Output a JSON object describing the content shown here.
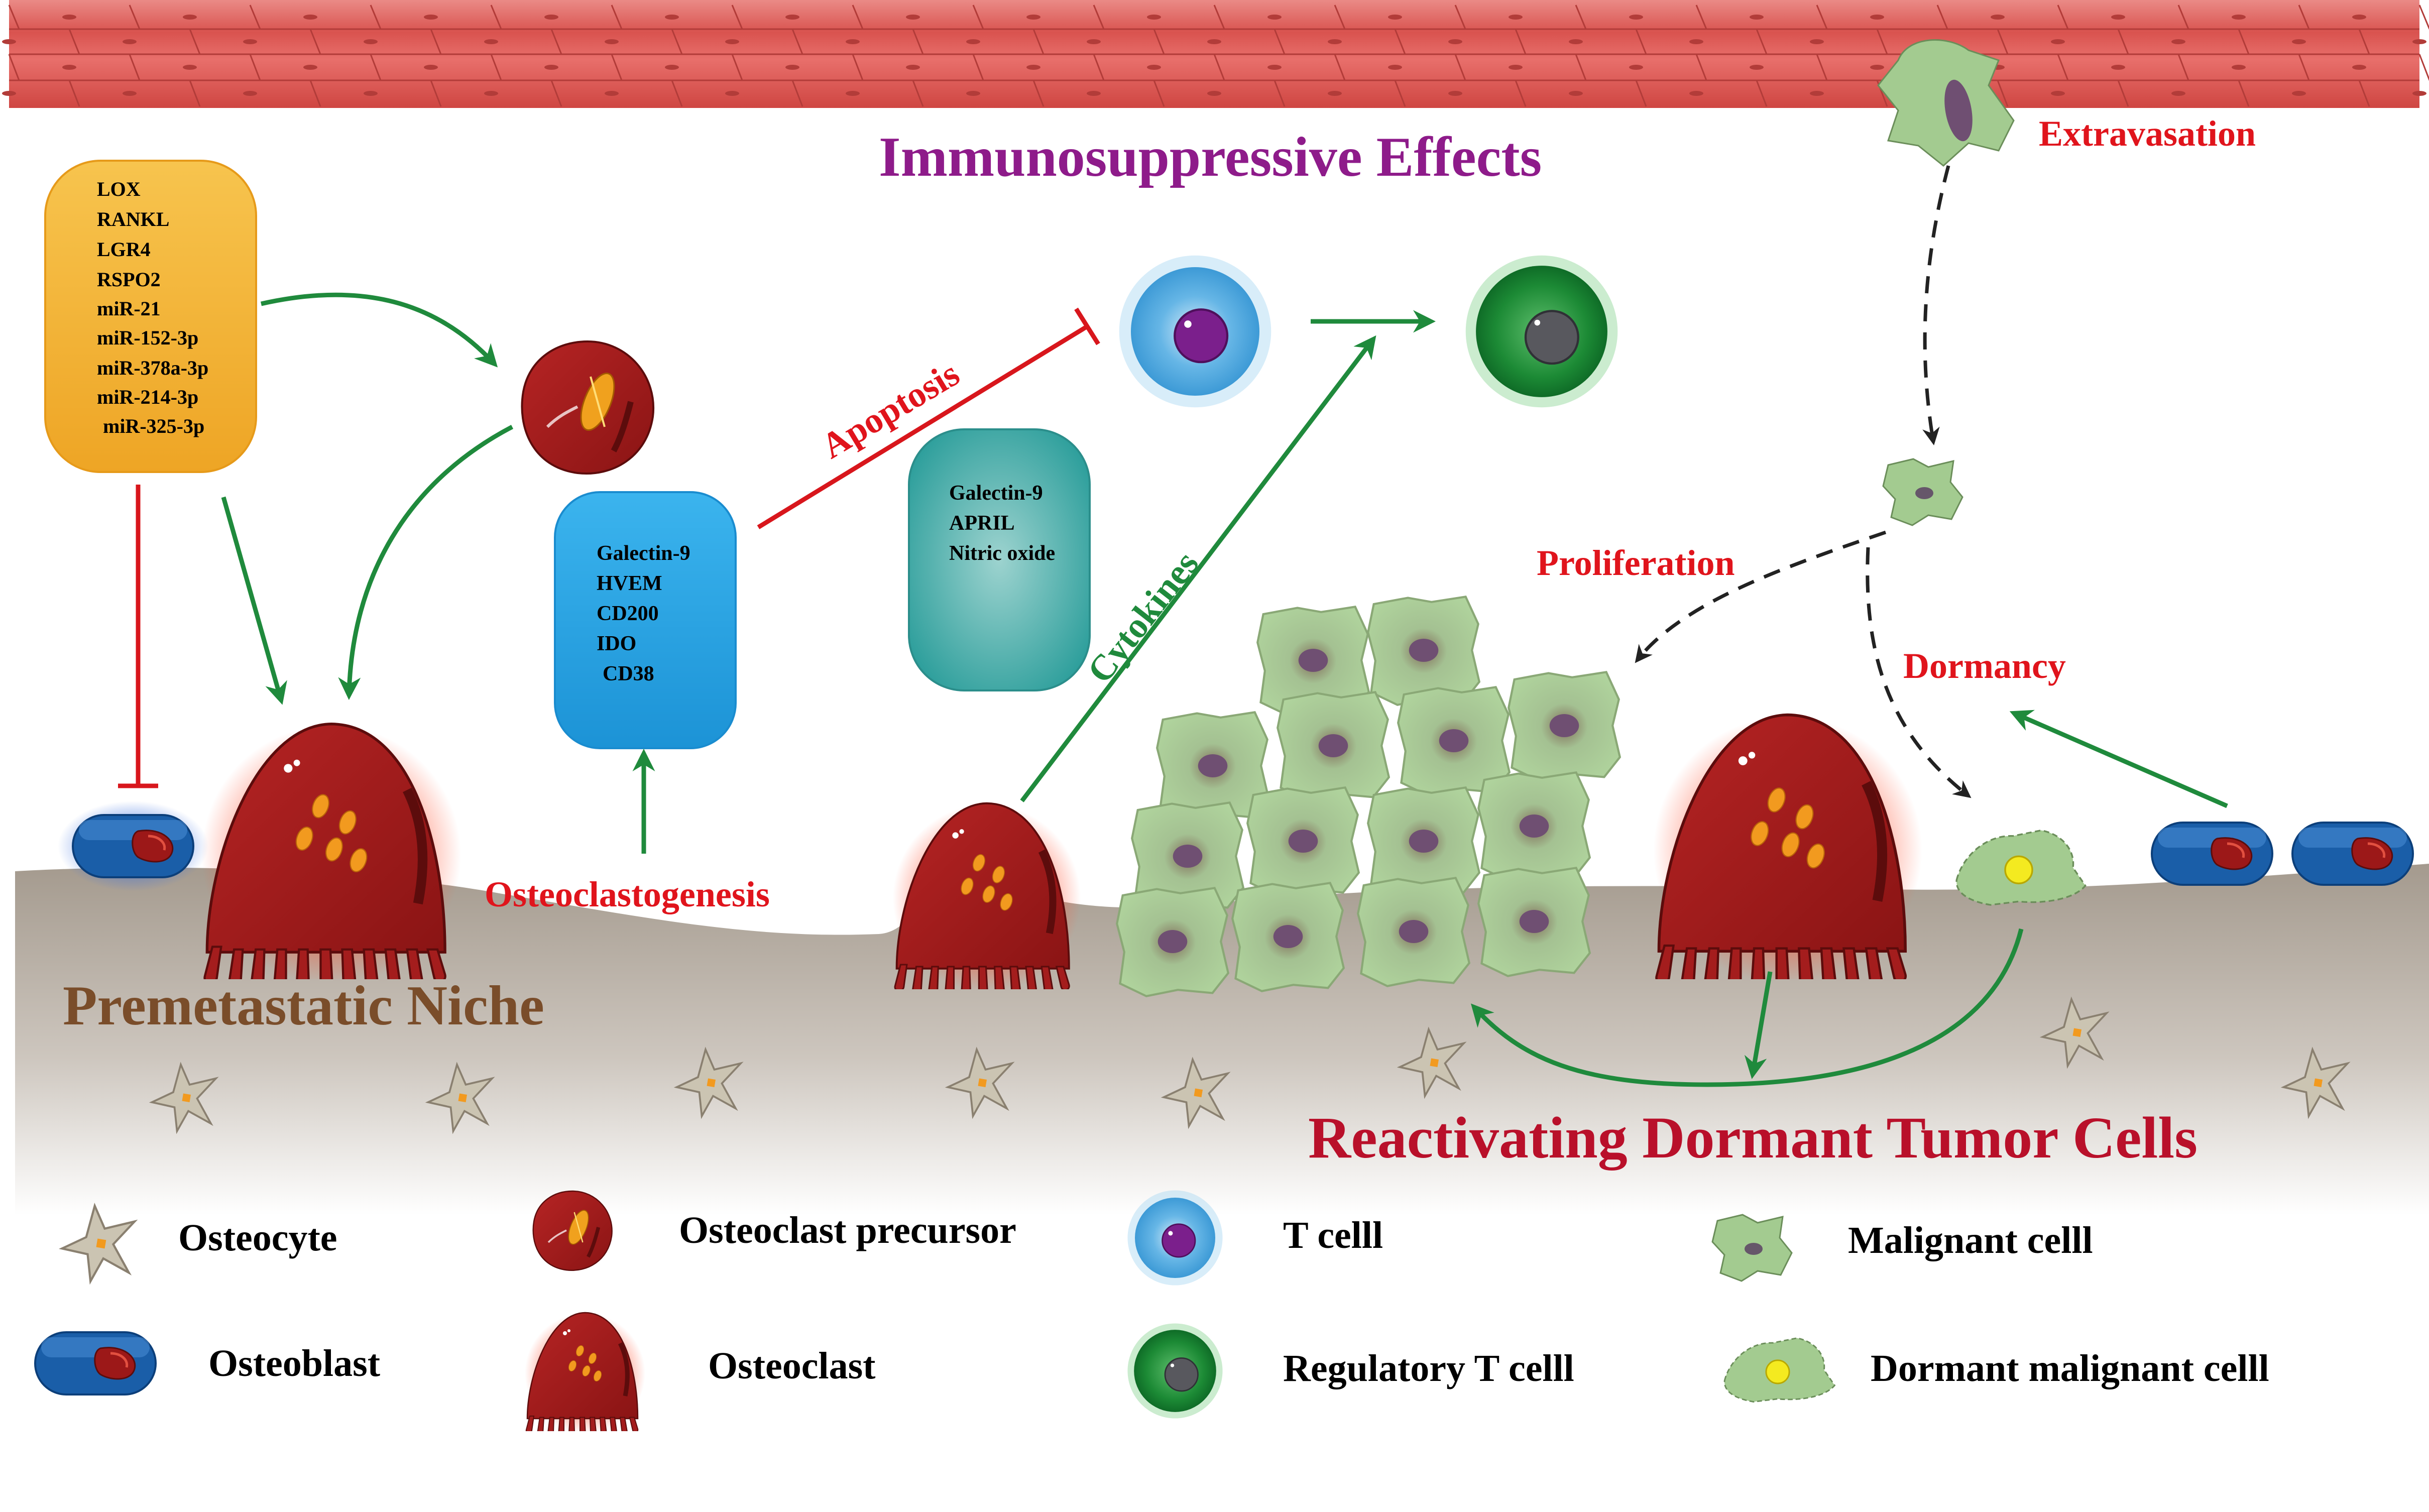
{
  "marker_list": {
    "items": [
      "LOX",
      "RANKL",
      "LGR4",
      "RSPO2",
      "miR-21",
      "miR-152-3p",
      "miR-378a-3p",
      "miR-214-3p",
      "miR-325-3p"
    ]
  },
  "immune_box_1": {
    "items": [
      "Galectin-9",
      "HVEM",
      "CD200",
      "IDO",
      "CD38"
    ]
  },
  "immune_box_2": {
    "items": [
      "Galectin-9",
      "APRIL",
      "Nitric oxide"
    ]
  },
  "titles": {
    "immunosuppressive": "Immunosuppressive Effects",
    "premetastatic": "Premetastatic Niche",
    "reactivating": "Reactivating Dormant Tumor Cells"
  },
  "processes": {
    "extravasation": "Extravasation",
    "apoptosis": "Apoptosis",
    "cytokines": "Cytokines",
    "proliferation": "Proliferation",
    "dormancy": "Dormancy",
    "osteoclastogenesis": "Osteoclastogenesis"
  },
  "legend": {
    "osteocyte": "Osteocyte",
    "osteoblast": "Osteoblast",
    "osteoclast_precursor": "Osteoclast precursor",
    "osteoclast": "Osteoclast",
    "t_cell": "T celll",
    "treg": "Regulatory T celll",
    "malignant": "Malignant celll",
    "dormant": "Dormant malignant celll"
  },
  "colors": {
    "vessel": "#dd5b5b",
    "bone": "#aba195",
    "osteoclast": "#a41d1d",
    "osteoblast": "#1560b3",
    "t_cell": "#4aa6dc",
    "treg": "#1c7d32",
    "tumor": "#a3cb90",
    "marker_box": "#f2ad2c",
    "immune_box_1": "#22a7e6",
    "immune_box_2": "#3aa9a6",
    "green_arrow": "#1f8a3c",
    "red_text": "#e0141c",
    "purple_title": "#8e1b8a",
    "brown_title": "#7a4d2a",
    "crimson_title": "#b9102a"
  }
}
